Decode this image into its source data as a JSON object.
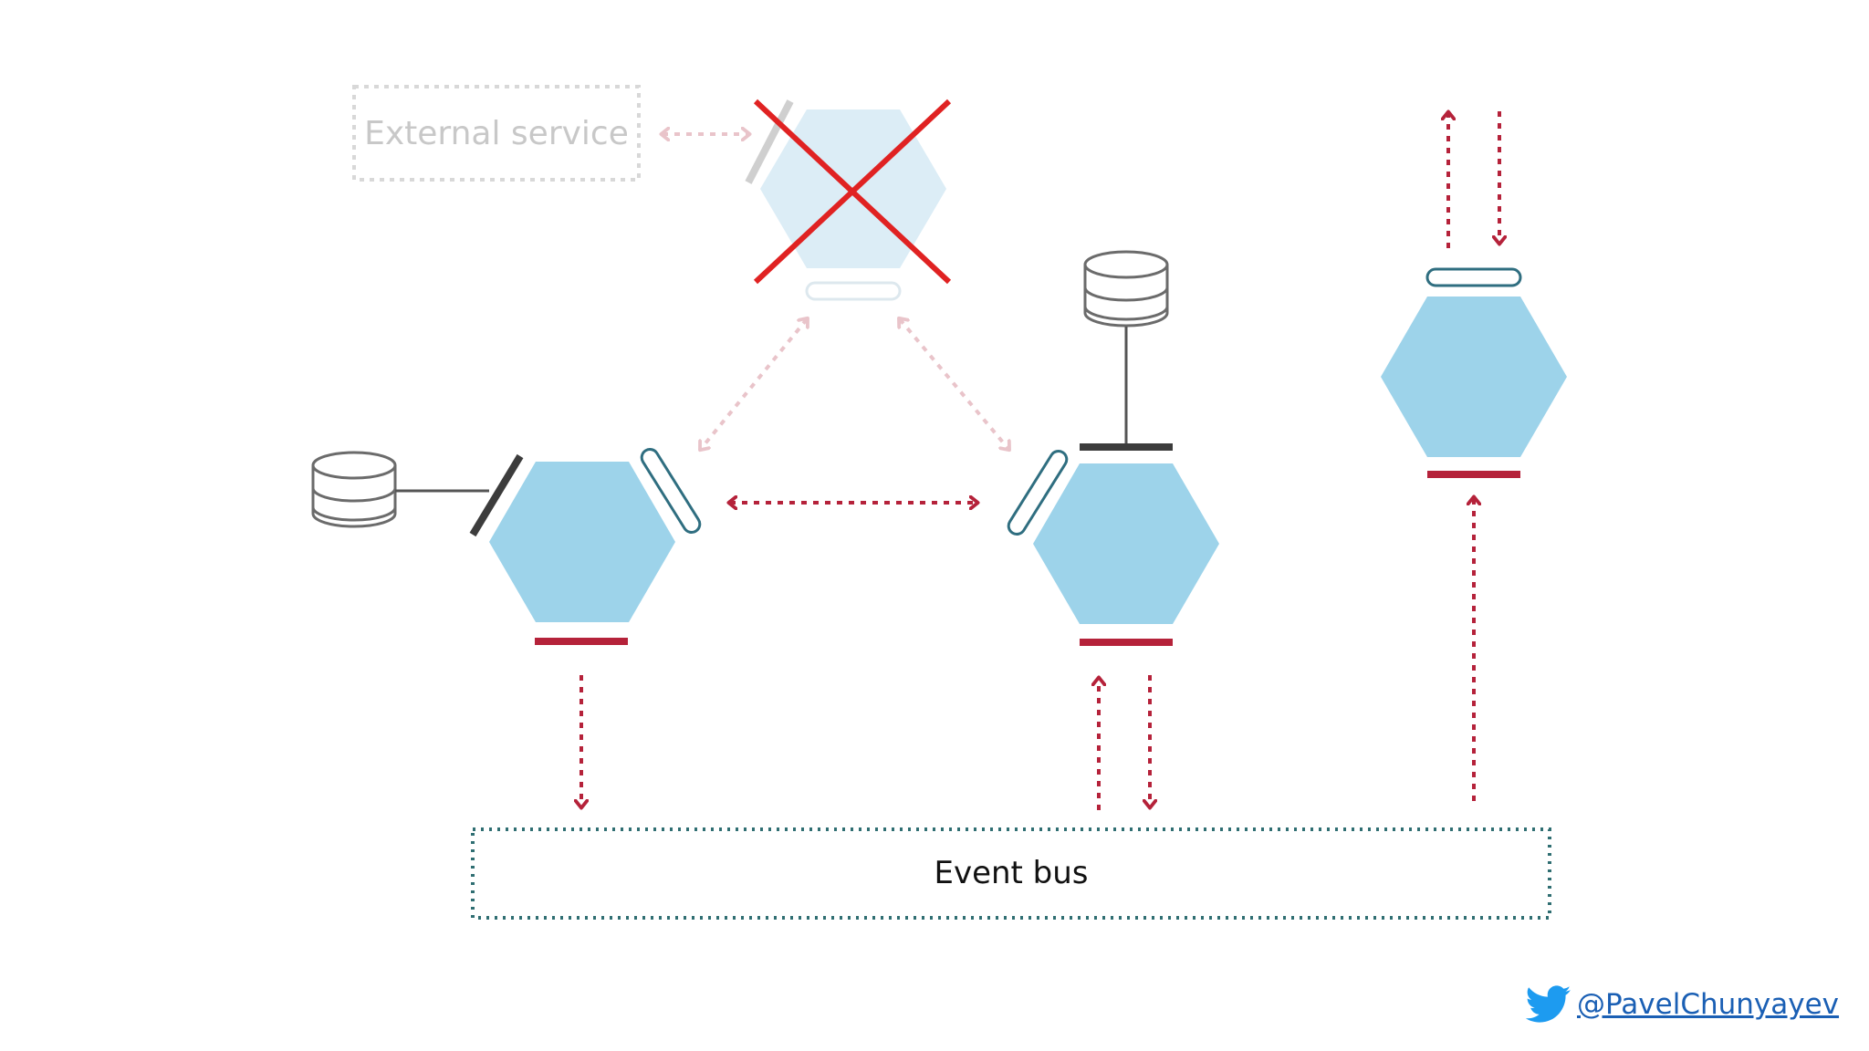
{
  "external_service": {
    "label": "External service"
  },
  "event_bus": {
    "label": "Event bus"
  },
  "footer": {
    "twitter_handle": "@PavelChunyayev",
    "icon": "twitter-bird-icon"
  },
  "colors": {
    "hexagon_fill": "#9dd3ea",
    "hexagon_faded_fill": "#dcedf6",
    "event_arrow": "#b5223a",
    "removed_cross": "#e02222",
    "bus_border": "#2f6e72",
    "database_stroke": "#6b6b6b",
    "twitter_blue": "#1d9bf0"
  },
  "services": [
    {
      "id": "failed-service",
      "status": "removed"
    },
    {
      "id": "left-service",
      "has_database": true
    },
    {
      "id": "middle-service",
      "has_database": true
    },
    {
      "id": "right-service",
      "has_database": false
    }
  ]
}
